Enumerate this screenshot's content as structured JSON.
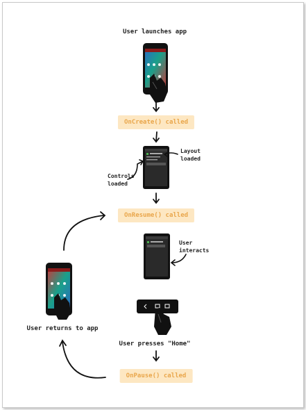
{
  "labels": {
    "user_launches_app": "User launches app",
    "layout_loaded": "Layout\nloaded",
    "controls_loaded": "Controls\nloaded",
    "user_interacts": "User\ninteracts",
    "user_returns_to_app": "User returns to app",
    "user_presses_home": "User presses \"Home\""
  },
  "callbacks": {
    "on_create": "OnCreate() called",
    "on_resume": "OnResume() called",
    "on_pause": "OnPause() called"
  },
  "colors": {
    "callback_fill": "#fde7c2",
    "callback_text": "#e9a64b",
    "ink": "#111111"
  }
}
